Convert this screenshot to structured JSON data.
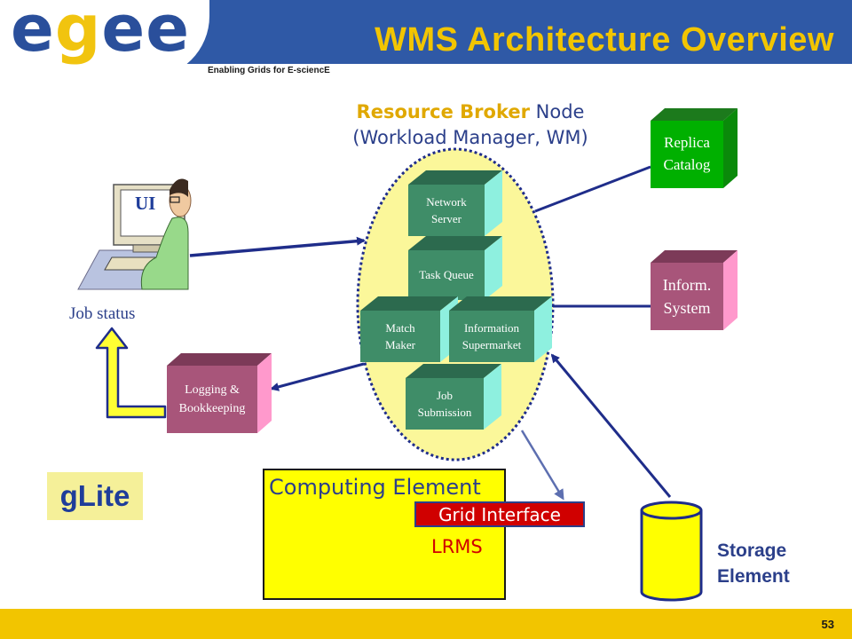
{
  "header": {
    "logo_text": "egee",
    "tagline": "Enabling Grids for E-sciencE",
    "title": "WMS Architecture Overview"
  },
  "resource_broker": {
    "title_highlight": "Resource Broker",
    "title_rest": " Node",
    "subtitle": "(Workload Manager, WM)"
  },
  "wm_components": {
    "network_server": [
      "Network",
      "Server"
    ],
    "task_queue": "Task Queue",
    "match_maker": [
      "Match",
      "Maker"
    ],
    "information_supermarket": [
      "Information",
      "Supermarket"
    ],
    "job_submission": [
      "Job",
      "Submission"
    ]
  },
  "external": {
    "replica_catalog": [
      "Replica",
      "Catalog"
    ],
    "inform_system": [
      "Inform.",
      "System"
    ],
    "logging_bookkeeping": [
      "Logging &",
      "Bookkeeping"
    ]
  },
  "ui": {
    "label": "UI",
    "job_status": "Job status"
  },
  "glite_label": "gLite",
  "computing_element": {
    "label": "Computing Element",
    "grid_interface": "Grid Interface",
    "lrms": "LRMS"
  },
  "storage_element": [
    "Storage",
    "Element"
  ],
  "footer": {
    "page_number": "53"
  },
  "colors": {
    "header_blue": "#2f59a6",
    "accent_yellow": "#f2c500",
    "wm_box_green": "#3f8d68",
    "replica_green": "#00b000",
    "inform_mauve": "#a8557a",
    "ellipse_fill": "#fbf79a",
    "arrow_navy": "#1f2d8a"
  }
}
